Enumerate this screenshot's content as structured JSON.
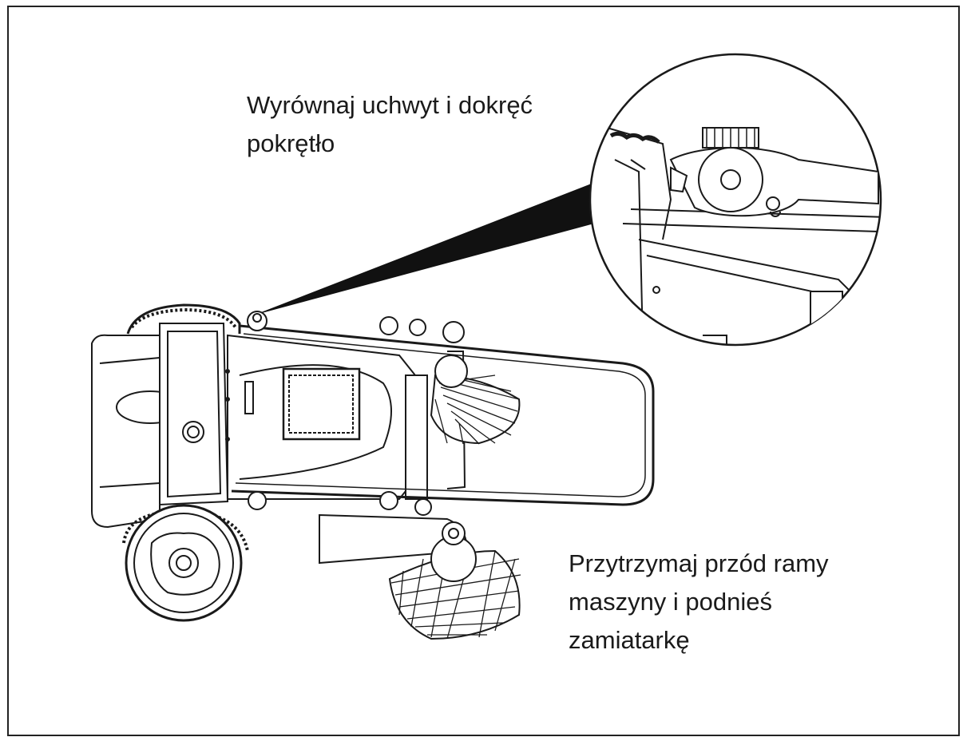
{
  "captions": {
    "top": {
      "line1": "Wyrównaj uchwyt i dokręć",
      "line2": "pokrętło"
    },
    "bottom": {
      "line1": "Przytrzymaj przód ramy",
      "line2": "maszyny i podnieś",
      "line3": "zamiatarkę"
    }
  },
  "colors": {
    "line": "#1a1a1a",
    "background": "#ffffff"
  }
}
